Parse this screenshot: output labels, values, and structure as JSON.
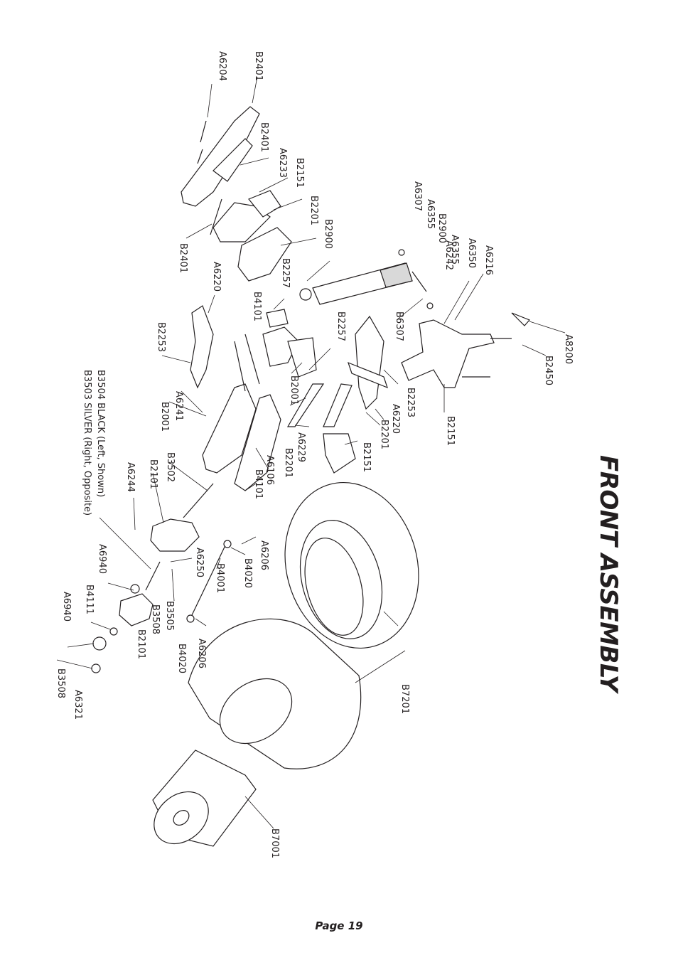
{
  "title": "FRONT ASSEMBLY",
  "page_label": "Page 19",
  "labels": [
    "A6204",
    "B2401",
    "B2401",
    "A6233",
    "B2151",
    "B2201",
    "B2401",
    "B2900",
    "A6307",
    "A6355",
    "B2900",
    "A6355",
    "A6242",
    "A6350",
    "A6216",
    "A6220",
    "B2257",
    "B4101",
    "B2253",
    "B6307",
    "B2257",
    "A8200",
    "B2450",
    "B2253",
    "A6241",
    "B2001",
    "B2001",
    "A6220",
    "B2201",
    "A6229",
    "B2201",
    "B2151",
    "B2151",
    "B3504 BLACK (Left, Shown)",
    "B3503 SILVER (Right, Opposite)",
    "B3502",
    "B2101",
    "A6106",
    "B4101",
    "A6244",
    "A6206",
    "A6250",
    "B4020",
    "B4001",
    "B3505",
    "A6940",
    "B4111",
    "B3508",
    "A6940",
    "B2101",
    "B3508",
    "A6321",
    "B4020",
    "A6206",
    "B7201",
    "B7001"
  ]
}
